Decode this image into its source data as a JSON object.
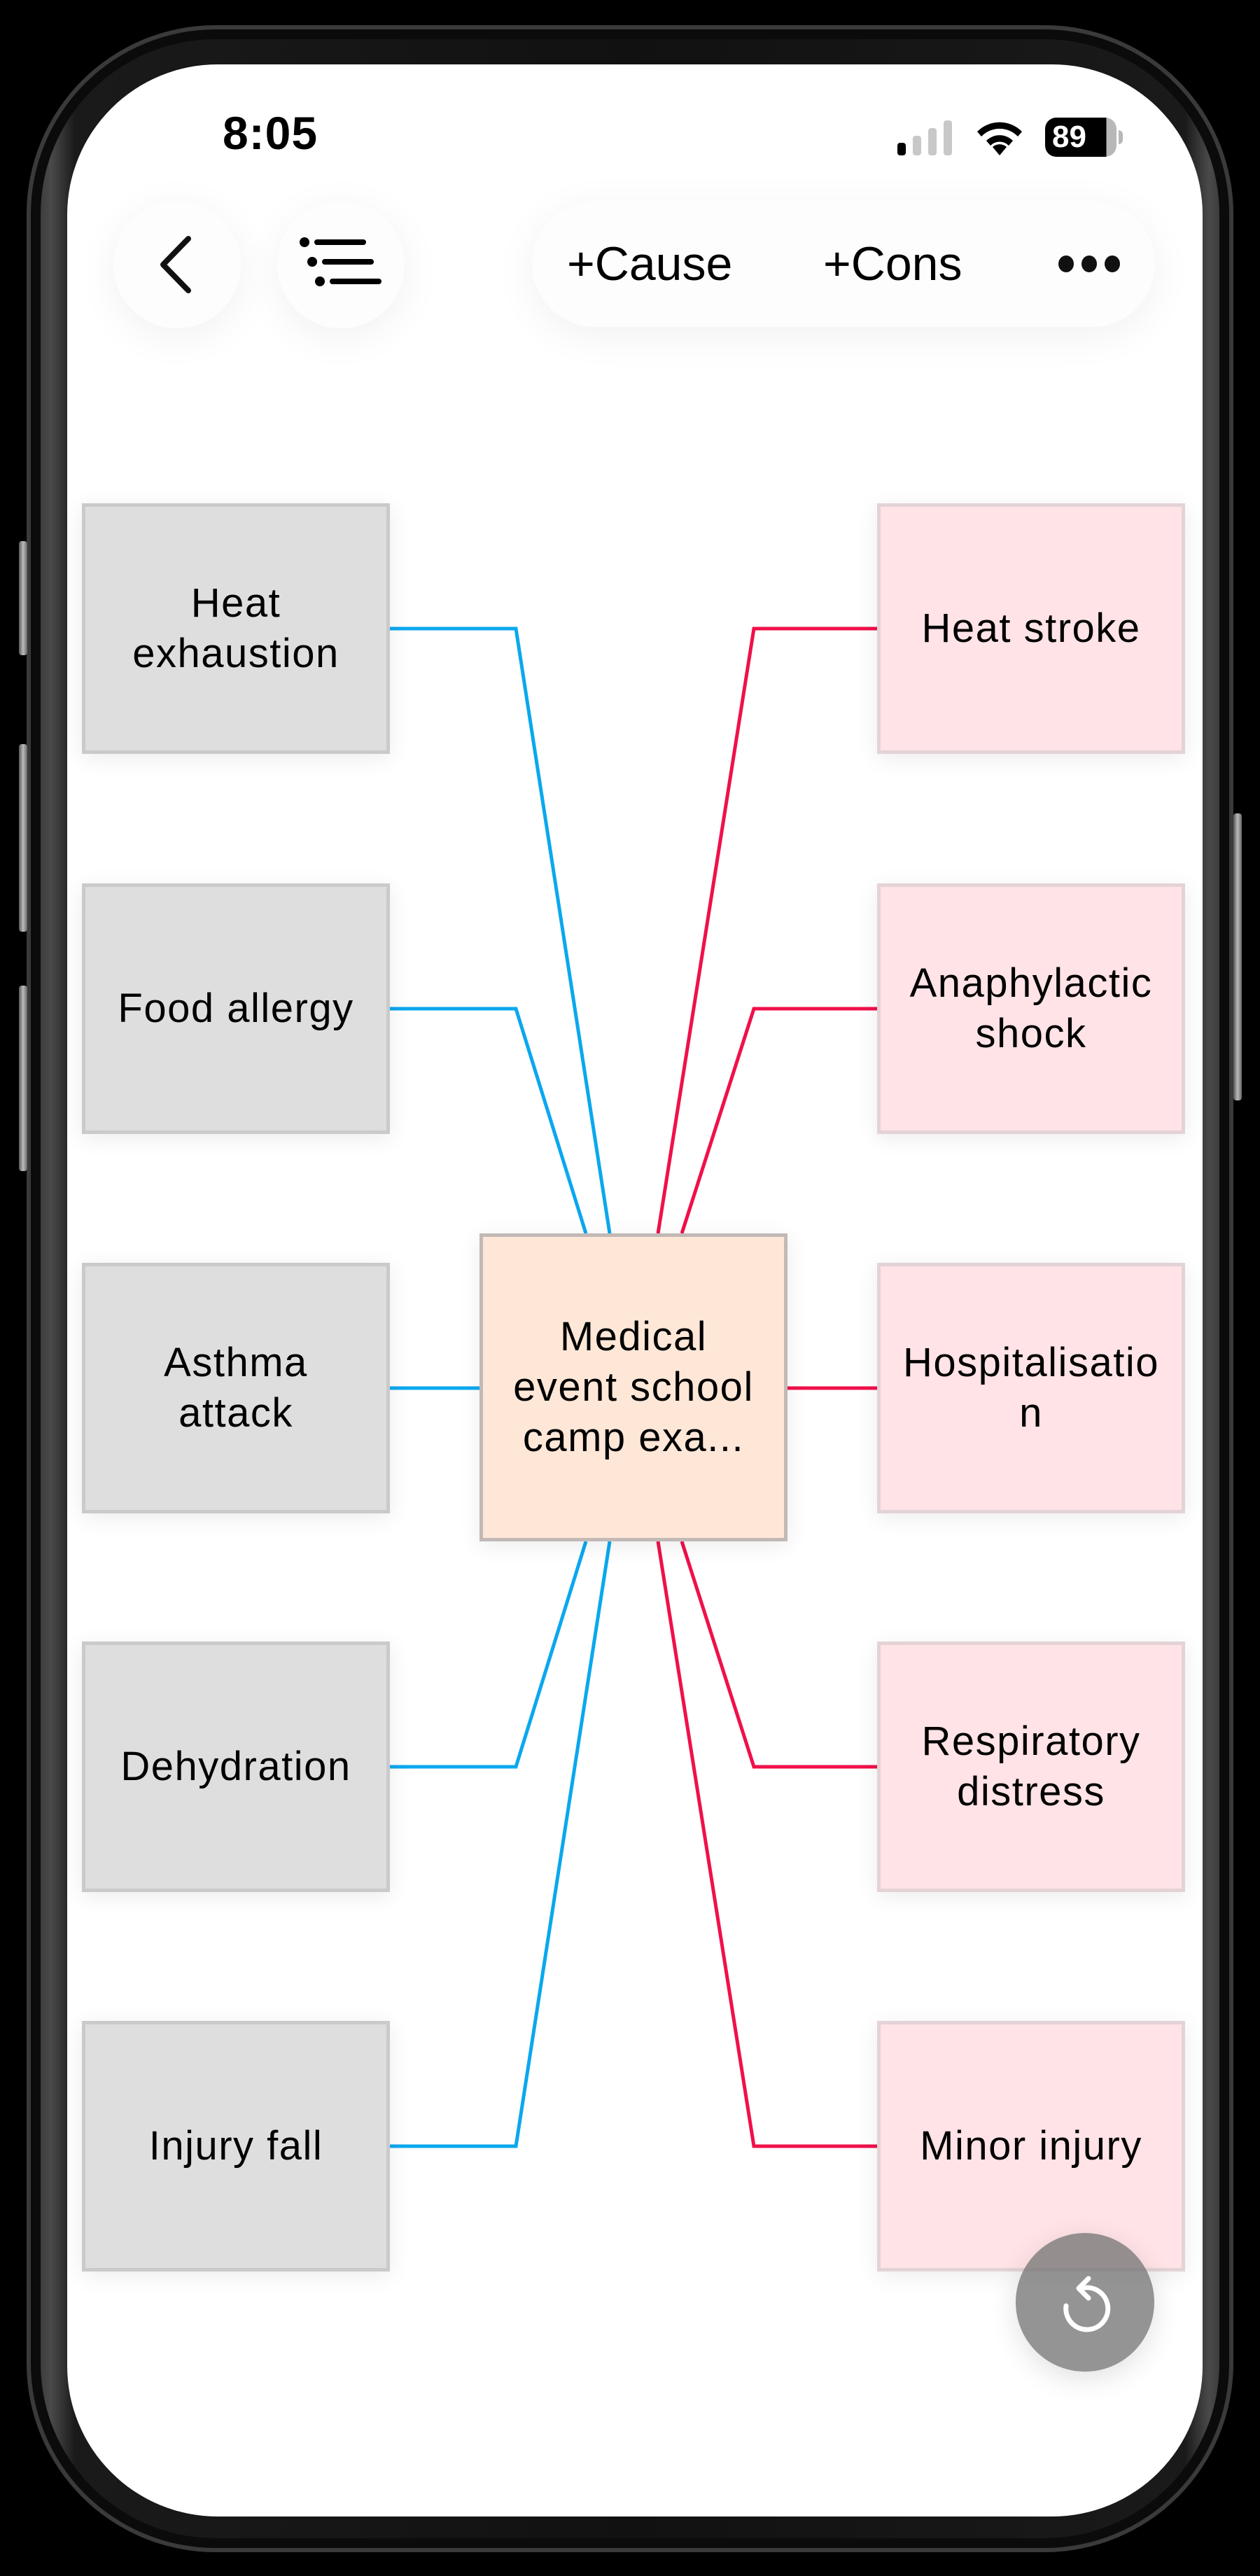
{
  "status_bar": {
    "time": "8:05",
    "battery_level": "89",
    "signal_bars_active": 1,
    "signal_bars_total": 4
  },
  "toolbar": {
    "back_icon": "chevron-left-icon",
    "outline_icon": "list-indent-icon",
    "add_cause_label": "+Cause",
    "add_cons_label": "+Cons",
    "more_icon": "ellipsis-icon"
  },
  "diagram": {
    "center": {
      "label": "Medical event school camp exa..."
    },
    "causes": [
      {
        "label": "Heat exhaustion"
      },
      {
        "label": "Food allergy"
      },
      {
        "label": "Asthma attack"
      },
      {
        "label": "Dehydration"
      },
      {
        "label": "Injury fall"
      }
    ],
    "consequences": [
      {
        "label": "Heat stroke"
      },
      {
        "label": "Anaphylactic shock"
      },
      {
        "label": "Hospitalisation"
      },
      {
        "label": "Respiratory distress"
      },
      {
        "label": "Minor injury"
      }
    ],
    "colors": {
      "cause_line": "#0aa8ee",
      "cons_line": "#f0104a",
      "cause_fill": "#dedede",
      "cons_fill": "#ffe3e6",
      "center_fill": "#ffe7d8"
    }
  },
  "fab": {
    "icon": "reset-rotate-icon"
  }
}
